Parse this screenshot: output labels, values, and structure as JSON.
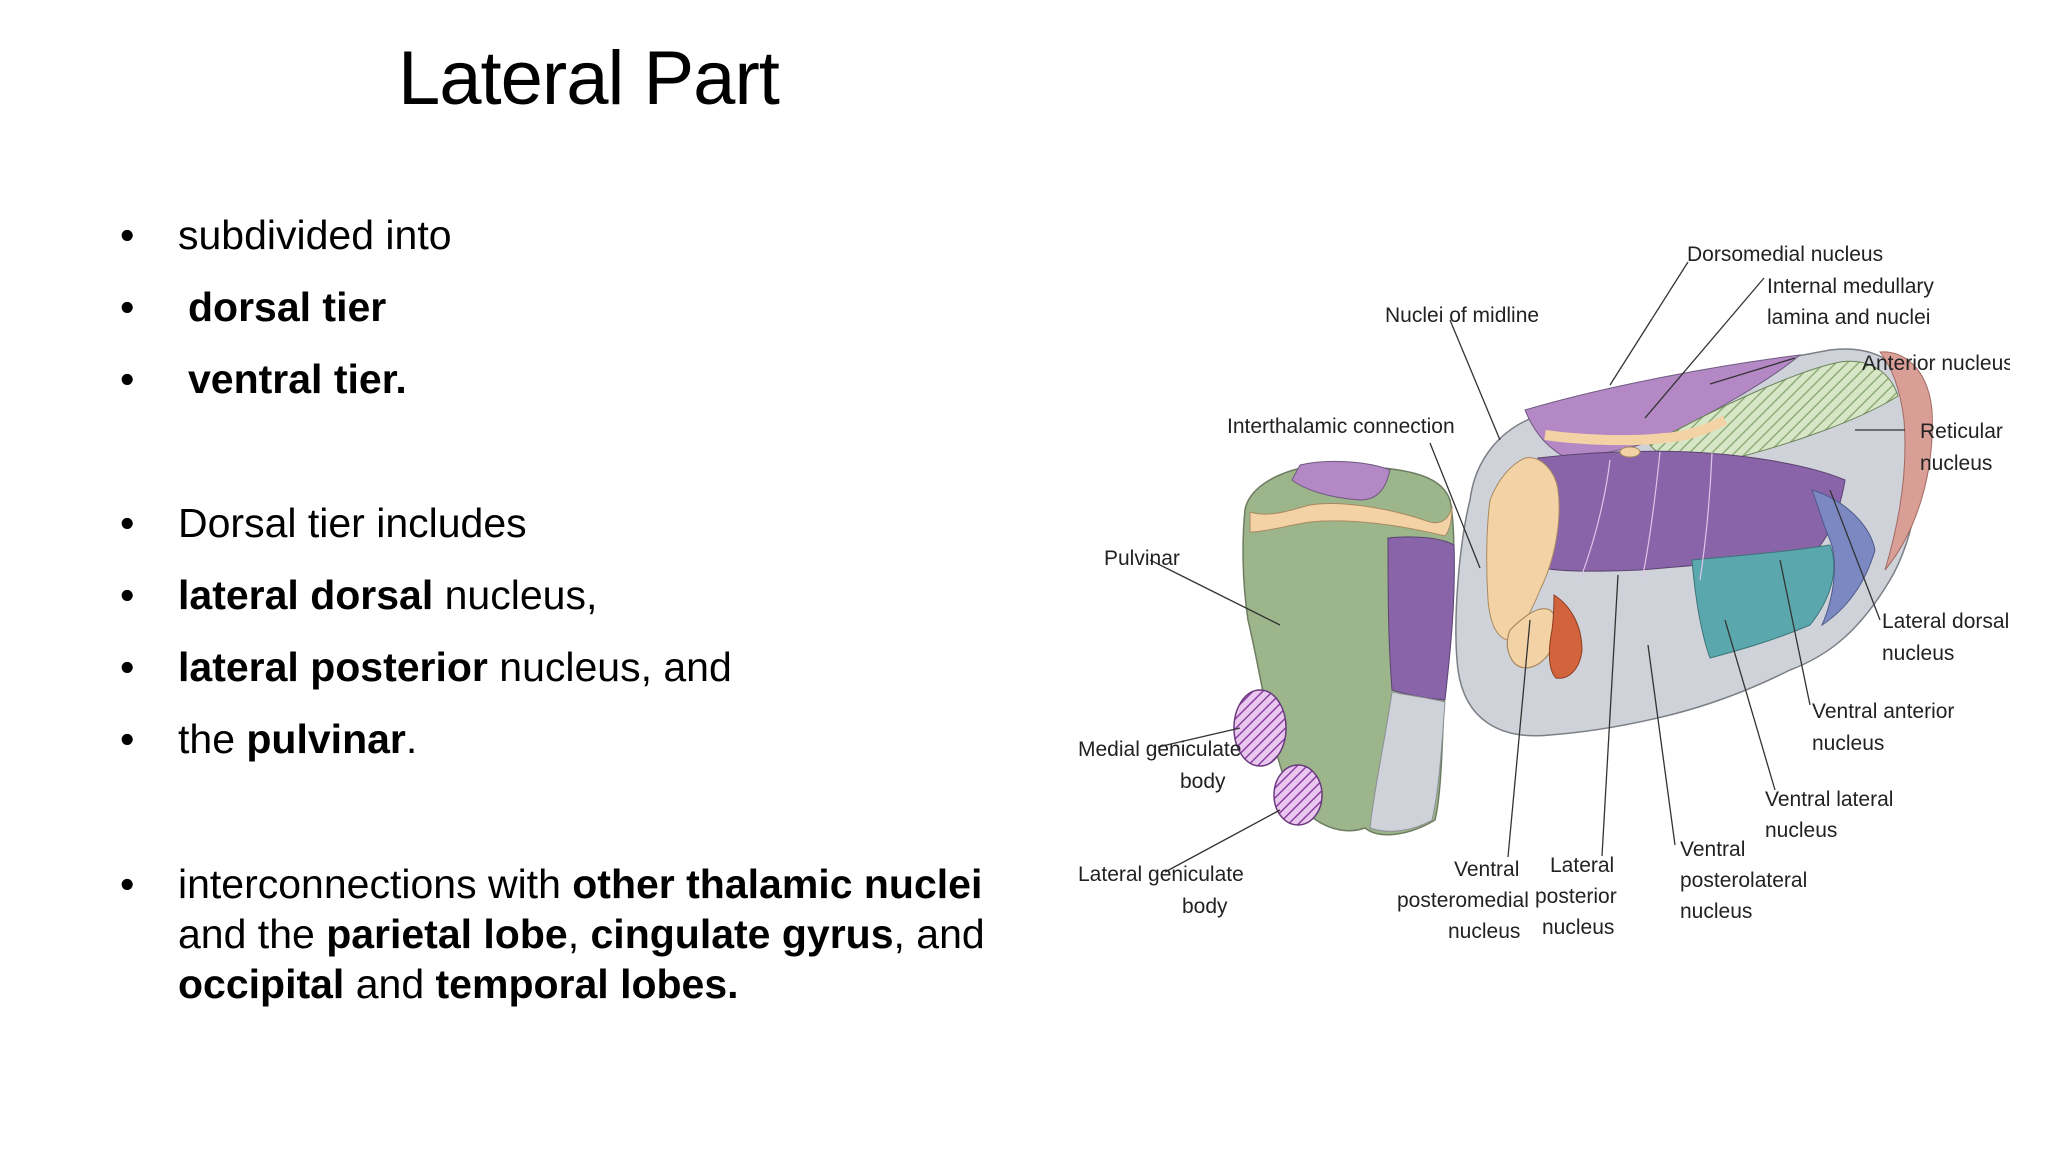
{
  "slide": {
    "title": "Lateral Part",
    "bullets": {
      "b1": "subdivided into",
      "b2": "dorsal tier",
      "b3": "ventral tier.",
      "b4": "Dorsal tier includes",
      "b5_bold": "lateral dorsal",
      "b5_rest": " nucleus,",
      "b6_bold": "lateral posterior",
      "b6_rest": " nucleus, and",
      "b7_pre": "the ",
      "b7_bold": "pulvinar",
      "b7_post": ".",
      "b8_t1": "interconnections with ",
      "b8_b1": "other thalamic nuclei",
      "b8_t2": "and the ",
      "b8_b2": "parietal lobe",
      "b8_t3": ", ",
      "b8_b3": "cingulate gyrus",
      "b8_t4": ", and",
      "b8_b4": "occipital",
      "b8_t5": " and ",
      "b8_b5": "temporal lobes.",
      "bullet_char": "•"
    }
  },
  "diagram": {
    "labels": {
      "dorsomedial": "Dorsomedial nucleus",
      "internal_medullary_1": "Internal medullary",
      "internal_medullary_2": "lamina and nuclei",
      "nuclei_midline": "Nuclei of midline",
      "anterior": "Anterior nucleus",
      "interthalamic": "Interthalamic connection",
      "reticular_1": "Reticular",
      "reticular_2": "nucleus",
      "pulvinar": "Pulvinar",
      "lateral_dorsal_1": "Lateral dorsal",
      "lateral_dorsal_2": "nucleus",
      "ventral_anterior_1": "Ventral anterior",
      "ventral_anterior_2": "nucleus",
      "medial_geniculate_1": "Medial geniculate",
      "medial_geniculate_2": "body",
      "ventral_lateral_1": "Ventral lateral",
      "ventral_lateral_2": "nucleus",
      "lateral_geniculate_1": "Lateral geniculate",
      "lateral_geniculate_2": "body",
      "vpm_1": "Ventral",
      "vpm_2": "posteromedial",
      "vpm_3": "nucleus",
      "lp_1": "Lateral",
      "lp_2": "posterior",
      "lp_3": "nucleus",
      "vpl_1": "Ventral",
      "vpl_2": "posterolateral",
      "vpl_3": "nucleus"
    },
    "colors": {
      "green": "#9cb58a",
      "purple": "#8a64a8",
      "light_purple": "#b488c4",
      "gray": "#cfd2d9",
      "teal": "#5aa8ad",
      "slate_blue": "#7b88c2",
      "tan": "#f3d3a5",
      "orange": "#d1643c",
      "pink": "#d99e95"
    }
  }
}
